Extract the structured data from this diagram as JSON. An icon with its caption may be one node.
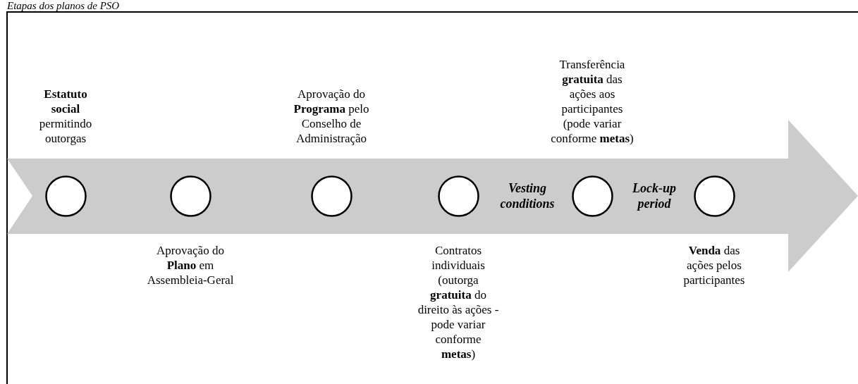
{
  "diagram": {
    "title": "Etapas dos planos de PSO",
    "nodes": [
      {
        "text": [],
        "shape": "circle",
        "beside": [
          "**Estatuto social** permitindo outorgas"
        ]
      },
      {
        "text": [],
        "shape": "circle",
        "beside": [
          "Aprovação do **Plano** em Assembleia-Geral"
        ]
      },
      {
        "text": [],
        "shape": "circle",
        "beside": [
          "Aprovação do **Programa** pelo Conselho de Administração"
        ]
      },
      {
        "text": [],
        "shape": "circle",
        "beside": [
          "Contratos individuais (outorga **gratuita** do direito às ações - pode variar conforme **metas**)"
        ]
      },
      {
        "text": [],
        "shape": "circle",
        "beside": [
          "Transferência **gratuita** das ações aos participantes (pode variar conforme **metas**)"
        ]
      },
      {
        "text": [],
        "shape": "circle",
        "beside": [
          "**Venda** das ações pelos participantes"
        ]
      }
    ],
    "labels": [
      "Vesting conditions",
      "Lock-up period"
    ]
  }
}
